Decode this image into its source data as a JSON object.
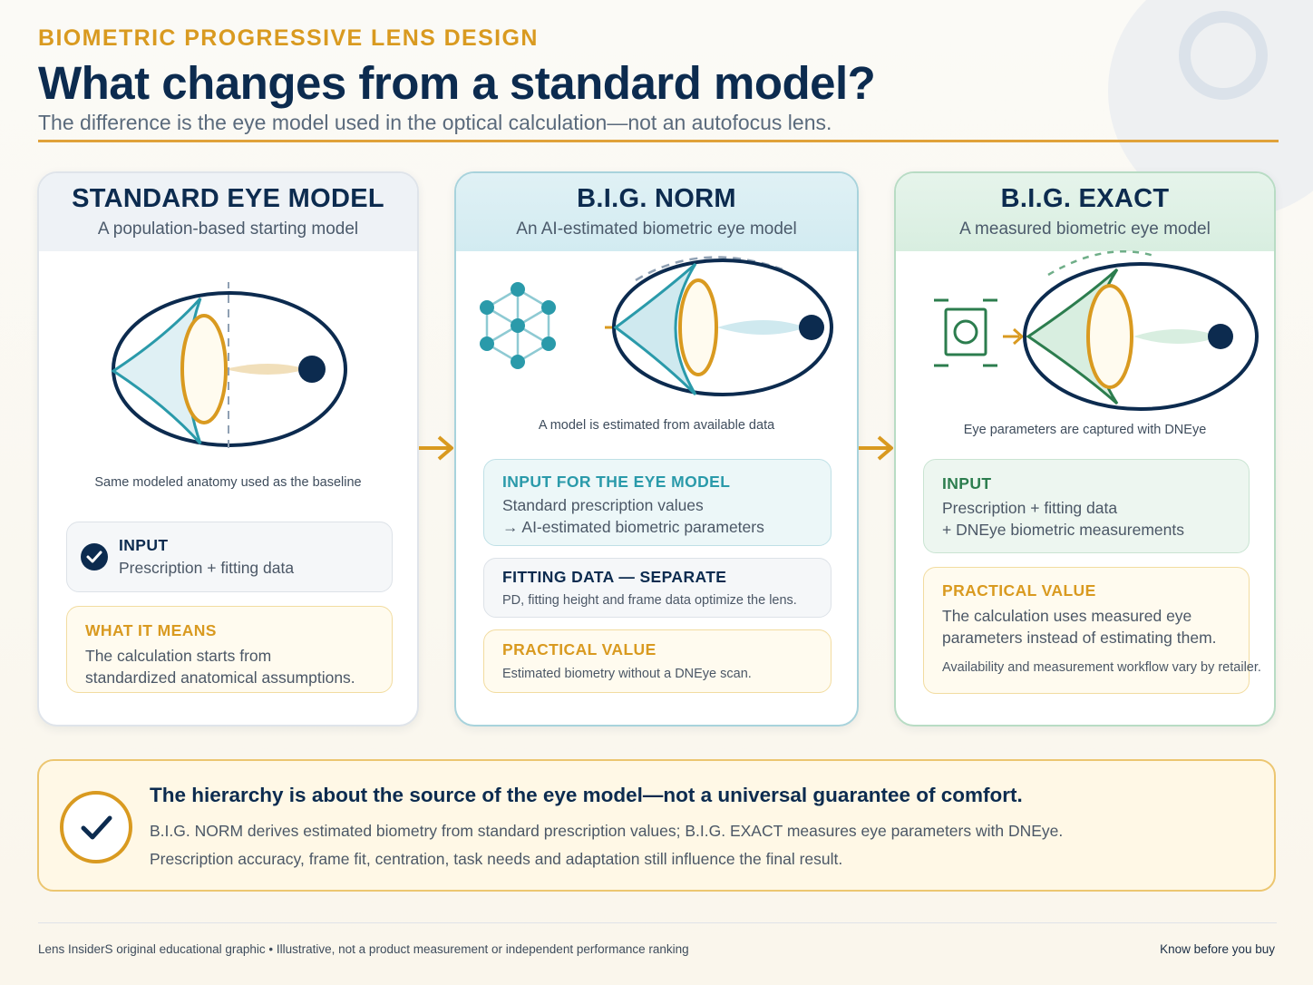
{
  "header": {
    "kicker": "BIOMETRIC PROGRESSIVE LENS DESIGN",
    "title": "What changes from a standard model?",
    "subtitle": "The difference is the eye model used in the optical calculation—not an autofocus lens."
  },
  "cards": [
    {
      "title": "STANDARD EYE MODEL",
      "subtitle": "A population-based starting model",
      "caption": "Same modeled anatomy used as the baseline",
      "boxes": [
        {
          "title": "INPUT",
          "lines": [
            "Prescription + fitting data"
          ]
        },
        {
          "title": "WHAT IT MEANS",
          "lines": [
            "The calculation starts from",
            "standardized anatomical assumptions."
          ]
        }
      ]
    },
    {
      "title": "B.I.G. NORM",
      "subtitle": "An AI-estimated biometric eye model",
      "caption": "A model is estimated from available data",
      "boxes": [
        {
          "title": "INPUT FOR THE EYE MODEL",
          "lines": [
            "Standard prescription values",
            "→ AI-estimated biometric parameters"
          ]
        },
        {
          "title": "FITTING DATA — SEPARATE",
          "lines": [
            "PD, fitting height and frame data optimize the lens."
          ]
        },
        {
          "title": "PRACTICAL VALUE",
          "lines": [
            "Estimated biometry without a DNEye scan."
          ]
        }
      ]
    },
    {
      "title": "B.I.G. EXACT",
      "subtitle": "A measured biometric eye model",
      "caption": "Eye parameters are captured with DNEye",
      "boxes": [
        {
          "title": "INPUT",
          "lines": [
            "Prescription + fitting data",
            "+ DNEye biometric measurements"
          ]
        },
        {
          "title": "PRACTICAL VALUE",
          "lines": [
            "The calculation uses measured eye",
            "parameters instead of estimating them."
          ],
          "note": "Availability and measurement workflow vary by retailer."
        }
      ]
    }
  ],
  "banner": {
    "title": "The hierarchy is about the source of the eye model—not a universal guarantee of comfort.",
    "line1": "B.I.G. NORM derives estimated biometry from standard prescription values; B.I.G. EXACT measures eye parameters with DNEye.",
    "line2": "Prescription accuracy, frame fit, centration, task needs and adaptation still influence the final result."
  },
  "footer": {
    "left": "Lens InsiderS original educational graphic • Illustrative, not a product measurement or independent performance ranking",
    "right": "Know before you buy"
  },
  "colors": {
    "navy": "#0c2b4f",
    "amber": "#d99a20",
    "teal": "#2a9aaa",
    "green": "#2c7d4e"
  }
}
